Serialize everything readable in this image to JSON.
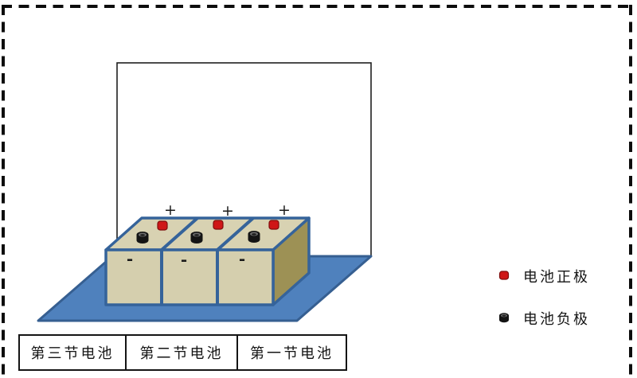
{
  "scene": {
    "description_labels": {
      "positive_sign": "+",
      "negative_sign": "-"
    },
    "battery_units": [
      {
        "positive_label": "+",
        "negative_label": "-"
      },
      {
        "positive_label": "+",
        "negative_label": "-"
      },
      {
        "positive_label": "+",
        "negative_label": "-"
      }
    ],
    "colors": {
      "battery_top": "#d8d2b2",
      "battery_front": "#d5cfae",
      "battery_side": "#9d9155",
      "battery_outline": "#35639a",
      "platform_fill": "#4f81bd",
      "platform_outline": "#365f91",
      "terminal_positive_fill": "#cf1717",
      "terminal_positive_border": "#7e0d0d",
      "terminal_negative_fill": "#141414",
      "backdrop_border": "#1f1f1f",
      "frame_dash": "#0d0d0d"
    }
  },
  "legend": {
    "items": [
      {
        "icon": "positive-terminal-icon",
        "label": "电池正极",
        "color": "#cf1717"
      },
      {
        "icon": "negative-terminal-icon",
        "label": "电池负极",
        "color": "#141414"
      }
    ]
  },
  "caption_table": {
    "cells": [
      "第三节电池",
      "第二节电池",
      "第一节电池"
    ]
  }
}
